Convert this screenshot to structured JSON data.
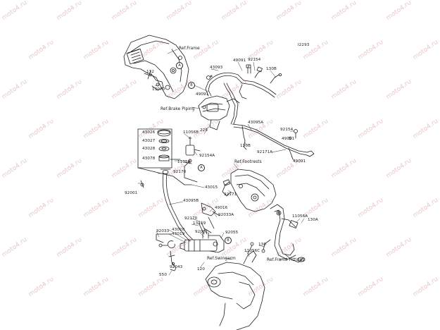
{
  "diagram_code": "I2293",
  "watermark_text": "moto4.ru",
  "callouts": {
    "a": "A",
    "b": "B"
  },
  "refs": {
    "frame": "Ref.Frame",
    "brake_piping": "Ref.Brake Piping",
    "footrests": "Ref.Footrests",
    "swingarm": "Ref.Swingarm",
    "frame_fittings": "Ref.Frame Fittings"
  },
  "parts": {
    "p132": "132",
    "p13070": "13070",
    "p43093": "43093",
    "p49091_top": "49091",
    "p92154_top": "92154",
    "p130_top": "130B",
    "p49091_left": "49091",
    "p11056b": "11056B",
    "p225": "225",
    "p92154a": "92154A",
    "p11056": "11056",
    "p43095a": "43095A",
    "p92154_right": "92154",
    "p49091_right": "49091",
    "p130_mid": "130B",
    "p92171a": "92171A",
    "p49091_right2": "49091",
    "p43026": "43026",
    "p43027": "43027",
    "p43028": "43028",
    "p43078": "43078",
    "p92170_top": "92170",
    "p92001": "92001",
    "p43015": "43015",
    "p92171": "92171",
    "p43095b": "43095B",
    "p49016": "49016",
    "p92033a": "92033A",
    "p92170_mid": "92170",
    "p13159": "13159",
    "p43020": "43020",
    "p43019": "43019",
    "p92081": "92081",
    "p92033": "92033",
    "p92055": "92055",
    "p11056a": "11056A",
    "p130a": "130A",
    "p130_low": "130",
    "p11056c": "11056C",
    "p92043": "92043",
    "p550": "550",
    "p120": "120"
  }
}
